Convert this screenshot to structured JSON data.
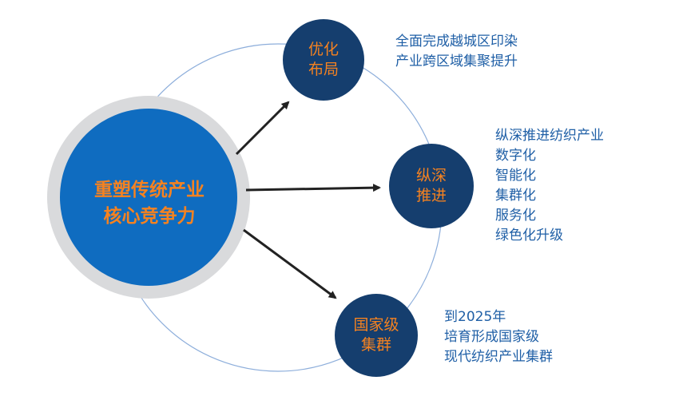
{
  "center": {
    "lines": [
      "重塑传统产业",
      "核心竞争力"
    ]
  },
  "nodes": [
    {
      "title_lines": [
        "优化",
        "布局"
      ],
      "desc_lines": [
        "全面完成越城区印染",
        "产业跨区域集聚提升"
      ]
    },
    {
      "title_lines": [
        "纵深",
        "推进"
      ],
      "desc_lines": [
        "纵深推进纺织产业",
        "数字化",
        "智能化",
        "集群化",
        "服务化",
        "绿色化升级"
      ]
    },
    {
      "title_lines": [
        "国家级",
        "集群"
      ],
      "desc_lines": [
        "到2025年",
        "培育形成国家级",
        "现代纺织产业集群"
      ]
    }
  ],
  "colors": {
    "center_ring": "#D9DADC",
    "center_fill": "#0F6CC0",
    "node_fill": "#153E6E",
    "title_text": "#F58220",
    "desc_text": "#1F5FA6",
    "orbit": "#8DAEDB",
    "arrow": "#222222"
  }
}
